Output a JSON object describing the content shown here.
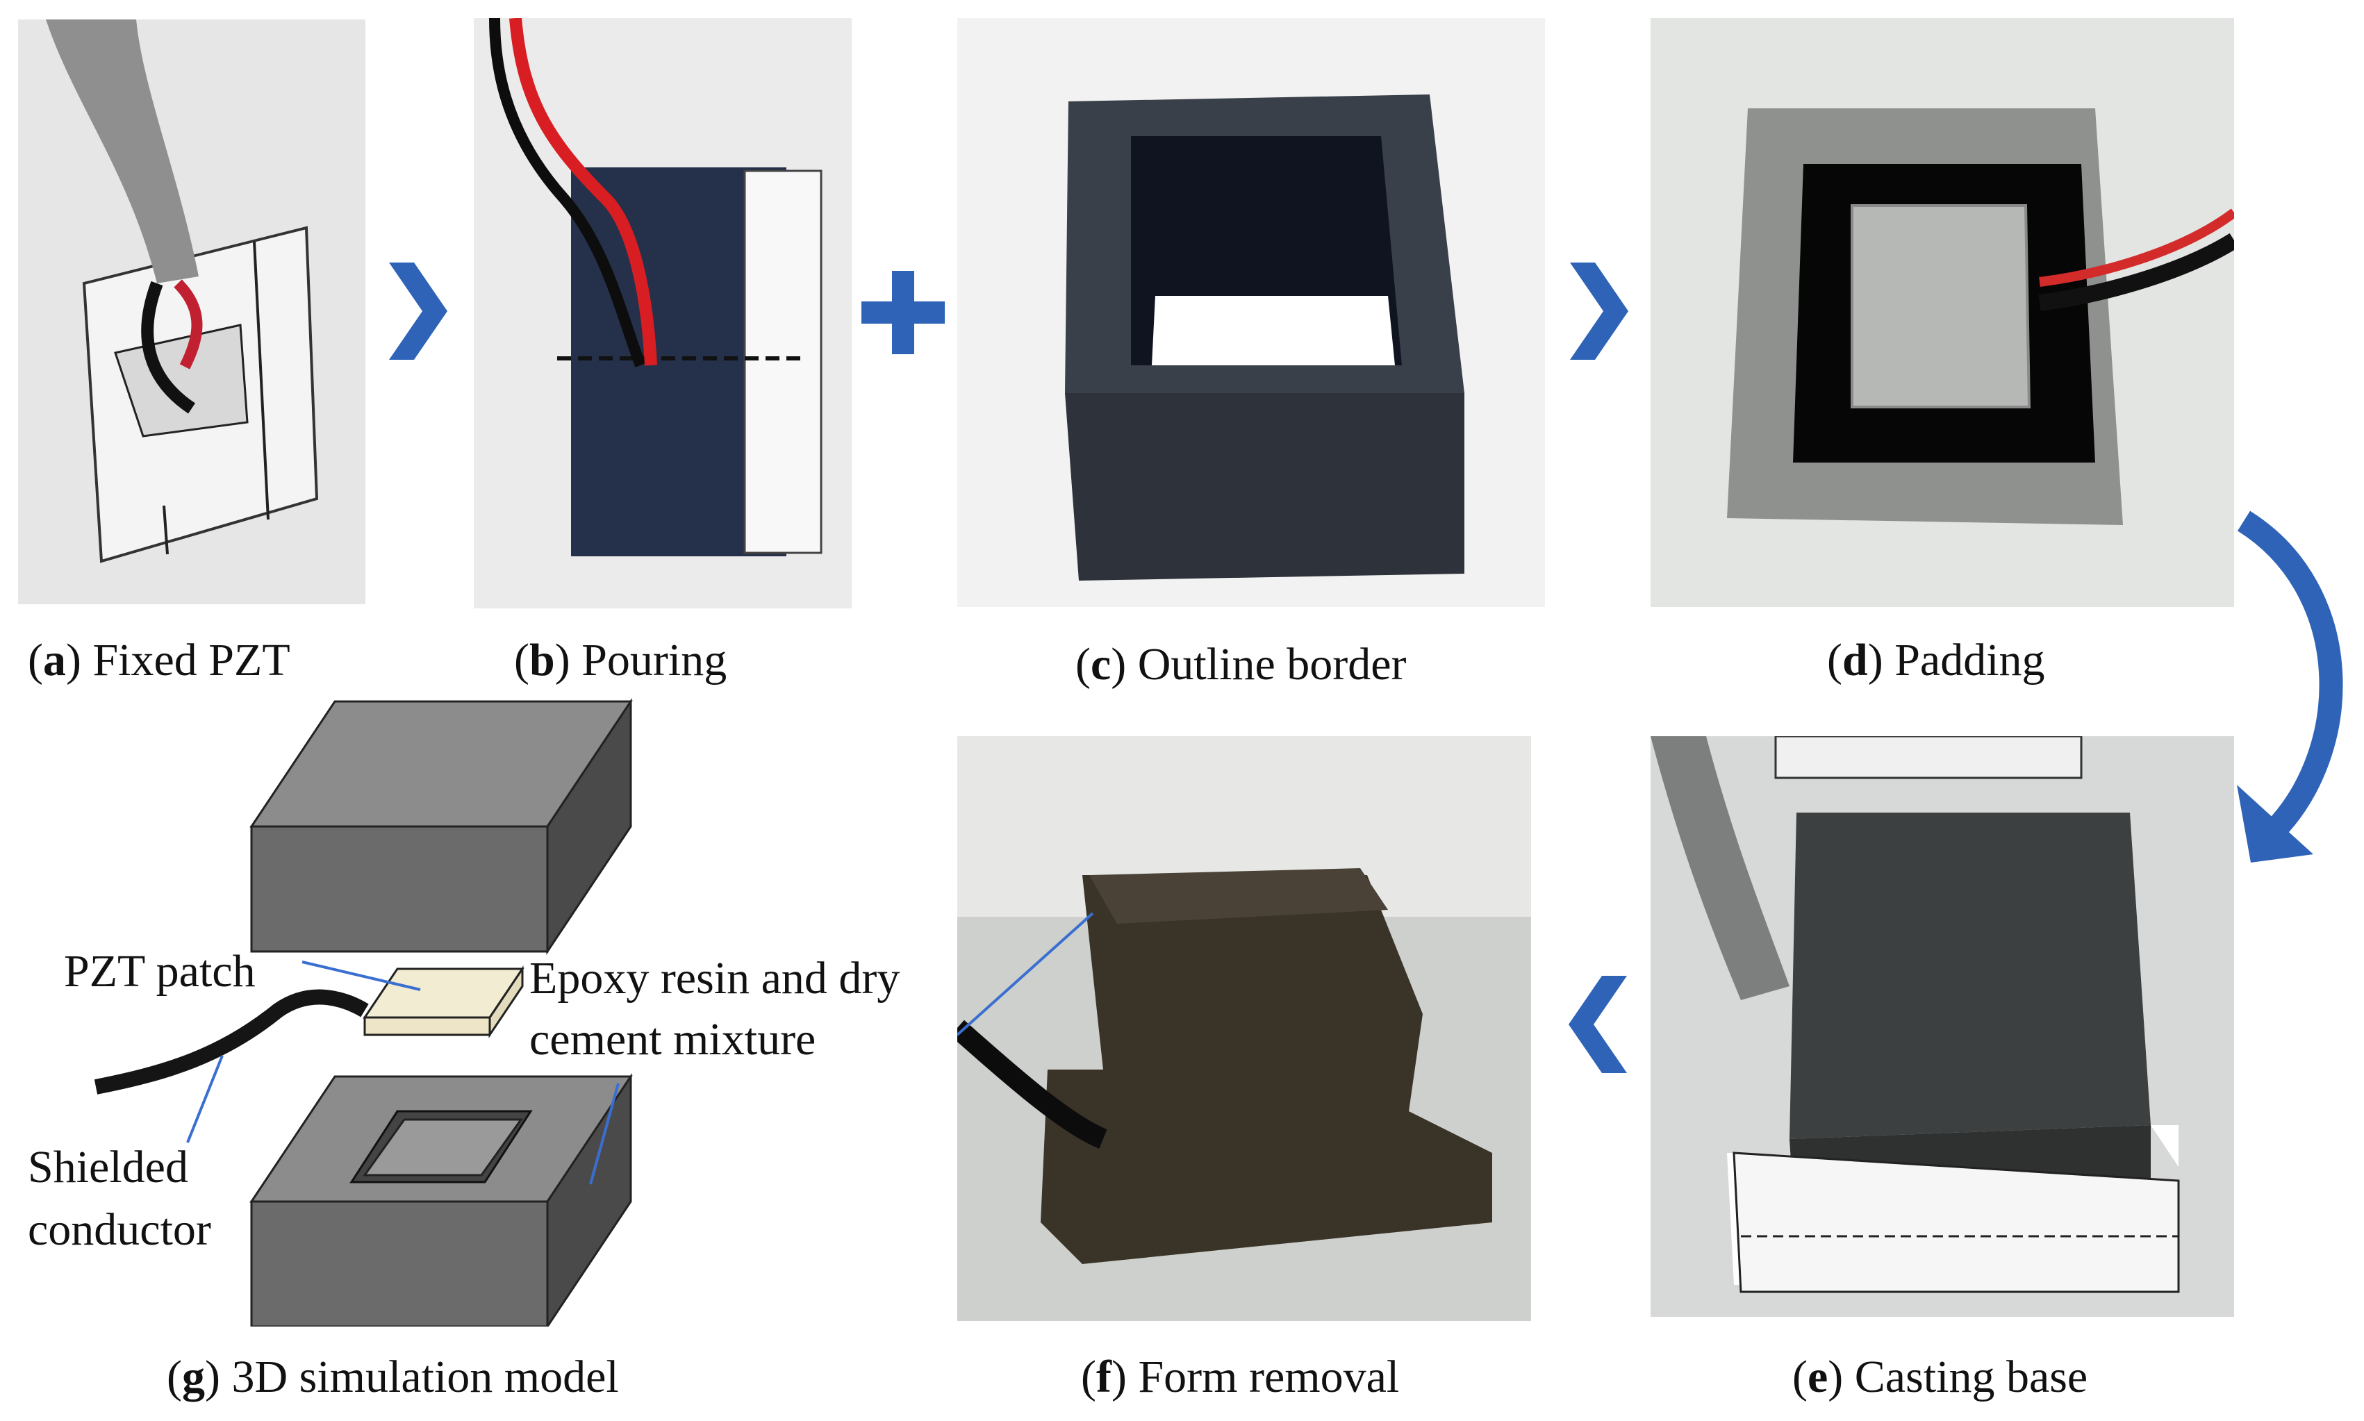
{
  "panels": {
    "a": {
      "letter": "a",
      "title": "Fixed PZT"
    },
    "b": {
      "letter": "b",
      "title": "Pouring"
    },
    "c": {
      "letter": "c",
      "title": "Outline border"
    },
    "d": {
      "letter": "d",
      "title": "Padding"
    },
    "e": {
      "letter": "e",
      "title": "Casting base"
    },
    "f": {
      "letter": "f",
      "title": "Form removal"
    },
    "g": {
      "letter": "g",
      "title": "3D simulation model"
    }
  },
  "model_labels": {
    "pzt_patch": "PZT patch",
    "epoxy_line1": "Epoxy resin and dry",
    "epoxy_line2": "cement mixture",
    "shielded_line1": "Shielded",
    "shielded_line2": "conductor"
  },
  "colors": {
    "arrow_blue": "#2e63b8",
    "model_dark": "#4a4a4a",
    "model_mid": "#6b6b6b",
    "model_light": "#8c8c8c",
    "pzt_patch": "#f2ecd2",
    "leader_line": "#3a6fd0"
  },
  "icons": {
    "arrow_ab": "chevron-right-icon",
    "plus_bc": "plus-icon",
    "arrow_cd": "chevron-right-icon",
    "arrow_de": "curved-arrow-icon",
    "arrow_ef": "chevron-left-icon"
  }
}
